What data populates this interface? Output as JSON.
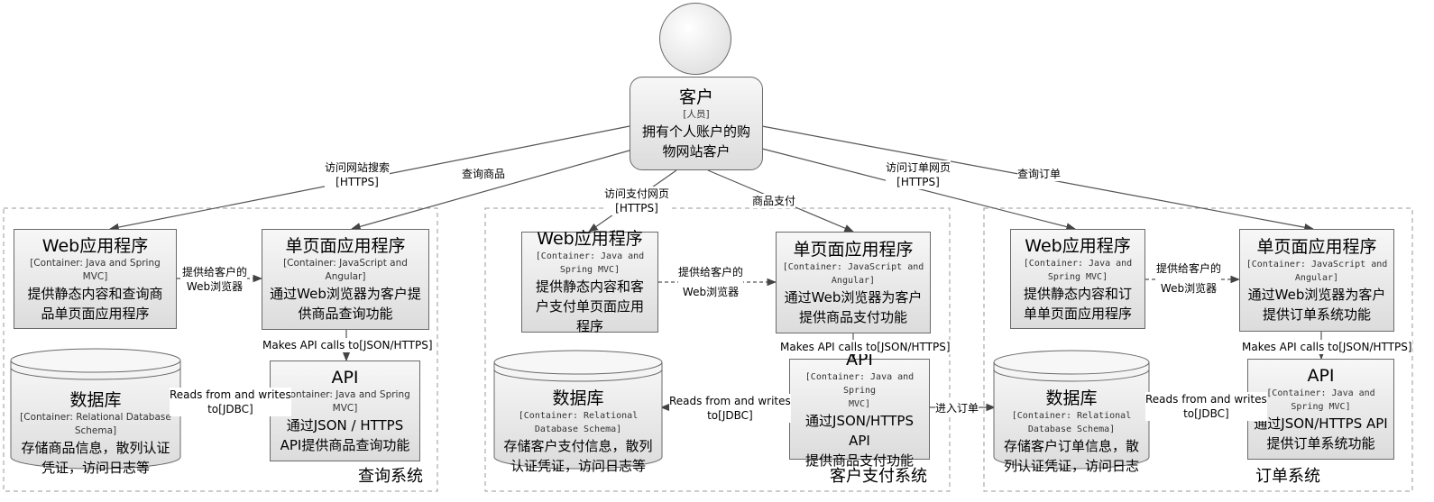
{
  "person": {
    "title": "客户",
    "tag": "[人员]",
    "desc_line1": "拥有个人账户的购",
    "desc_line2": "物网站客户"
  },
  "systems": [
    {
      "name": "查询系统",
      "web": {
        "title": "Web应用程序",
        "tech": "[Container: Java and Spring MVC]",
        "desc_line1": "提供静态内容和查询商",
        "desc_line2": "品单页面应用程序"
      },
      "spa": {
        "title": "单页面应用程序",
        "tech": "[Container: JavaScript and Angular]",
        "desc_line1": "通过Web浏览器为客户提",
        "desc_line2": "供商品查询功能"
      },
      "api": {
        "title": "API",
        "tech_line1": "[Container: Java and Spring",
        "tech_line2": "MVC]",
        "desc_line1": "通过JSON / HTTPS",
        "desc_line2": "API提供商品查询功能"
      },
      "db": {
        "title": "数据库",
        "tech_line1": "[Container: Relational Database",
        "tech_line2": "Schema]",
        "desc_line1": "存储商品信息，散列认证",
        "desc_line2": "凭证，访问日志等"
      },
      "edge_web_spa": {
        "line1": "提供给客户的",
        "line2": "Web浏览器"
      },
      "edge_spa_api": "Makes API calls to[JSON/HTTPS]",
      "edge_api_db": {
        "line1": "Reads from and writes",
        "line2": "to[JDBC]"
      }
    },
    {
      "name": "客户支付系统",
      "web": {
        "title": "Web应用程序",
        "tech_line1": "[Container: Java and",
        "tech_line2": "Spring MVC]",
        "desc_line1": "提供静态内容和客",
        "desc_line2": "户支付单页面应用",
        "desc_line3": "程序"
      },
      "spa": {
        "title": "单页面应用程序",
        "tech_line1": "[Container: JavaScript and",
        "tech_line2": "Angular]",
        "desc_line1": "通过Web浏览器为客户",
        "desc_line2": "提供商品支付功能"
      },
      "api": {
        "title": "API",
        "tech_line1": "[Container: Java and Spring",
        "tech_line2": "MVC]",
        "desc_line1": "通过JSON/HTTPS API",
        "desc_line2": "提供商品支付功能"
      },
      "db": {
        "title": "数据库",
        "tech_line1": "[Container: Relational",
        "tech_line2": "Database Schema]",
        "desc_line1": "存储客户支付信息，散列",
        "desc_line2": "认证凭证，访问日志等"
      },
      "edge_web_spa": {
        "line1": "提供给客户的",
        "line2": "Web浏览器"
      },
      "edge_spa_api": "Makes API calls to[JSON/HTTPS]",
      "edge_api_db": {
        "line1": "Reads from and writes",
        "line2": "to[JDBC]"
      }
    },
    {
      "name": "订单系统",
      "web": {
        "title": "Web应用程序",
        "tech_line1": "[Container: Java and",
        "tech_line2": "Spring MVC]",
        "desc_line1": "提供静态内容和订",
        "desc_line2": "单单页面应用程序"
      },
      "spa": {
        "title": "单页面应用程序",
        "tech_line1": "[Container: JavaScript and",
        "tech_line2": "Angular]",
        "desc_line1": "通过Web浏览器为客户",
        "desc_line2": "提供订单系统功能"
      },
      "api": {
        "title": "API",
        "tech_line1": "[Container: Java and",
        "tech_line2": "Spring MVC]",
        "desc_line1": "通过JSON/HTTPS API",
        "desc_line2": "提供订单系统功能"
      },
      "db": {
        "title": "数据库",
        "tech_line1": "[Container: Relational",
        "tech_line2": "Database Schema]",
        "desc_line1": "存储客户订单信息，散",
        "desc_line2": "列认证凭证，访问日志"
      },
      "edge_web_spa": {
        "line1": "提供给客户的",
        "line2": "Web浏览器"
      },
      "edge_spa_api": "Makes API calls to[JSON/HTTPS]",
      "edge_api_db": {
        "line1": "Reads from and writes",
        "line2": "to[JDBC]"
      }
    }
  ],
  "person_edges": {
    "visit_search": {
      "line1": "访问网站搜索",
      "line2": "[HTTPS]"
    },
    "query_goods": "查询商品",
    "visit_pay": {
      "line1": "访问支付网页",
      "line2": "[HTTPS]"
    },
    "goods_pay": "商品支付",
    "visit_order": {
      "line1": "访问订单网页",
      "line2": "[HTTPS]"
    },
    "query_order": "查询订单"
  },
  "cross_edge": "进入订单",
  "colors": {
    "node_fill_top": "#f7f7f7",
    "node_fill_bottom": "#dcdcdc",
    "border": "#6a6a6a",
    "boundary": "#9a9a9a",
    "line": "#555555"
  }
}
